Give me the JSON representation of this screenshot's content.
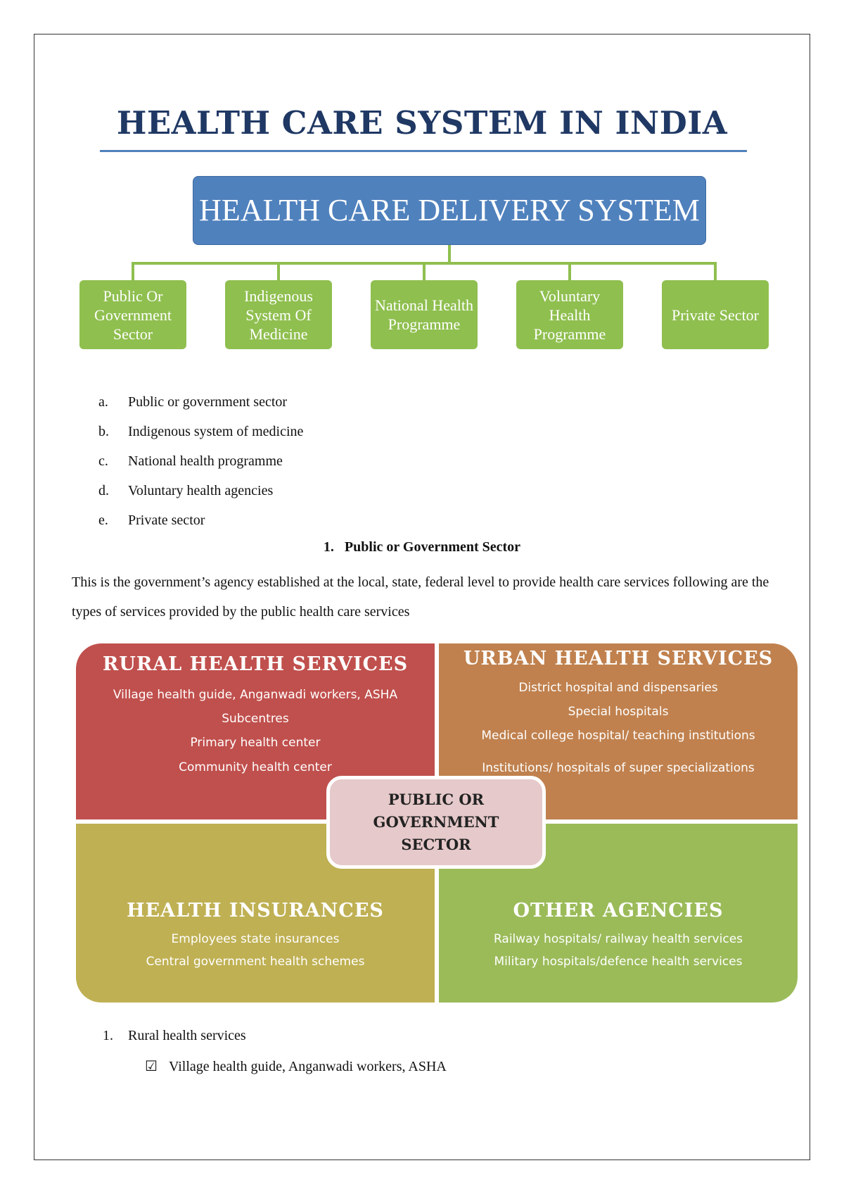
{
  "title": "HEALTH CARE SYSTEM IN INDIA",
  "diagram": {
    "root": "HEALTH CARE DELIVERY SYSTEM",
    "children": [
      "Public Or Government Sector",
      "Indigenous System Of Medicine",
      "National Health Programme",
      "Voluntary Health Programme",
      "Private Sector"
    ]
  },
  "list": [
    {
      "marker": "a.",
      "text": "Public or government sector"
    },
    {
      "marker": "b.",
      "text": "Indigenous system of medicine"
    },
    {
      "marker": "c.",
      "text": "National health programme"
    },
    {
      "marker": "d.",
      "text": "Voluntary health agencies"
    },
    {
      "marker": "e.",
      "text": "Private sector"
    }
  ],
  "section1": {
    "heading": "1.   Public or Government Sector",
    "paragraph": "This is the government’s agency established at the local, state, federal level to provide health care services following are the types of services provided by the public health care services"
  },
  "matrix": {
    "center": "PUBLIC OR GOVERNMENT SECTOR",
    "rural": {
      "title": "RURAL HEALTH SERVICES",
      "items": [
        "Village health guide, Anganwadi workers, ASHA",
        "Subcentres",
        "Primary health center",
        "Community health center"
      ]
    },
    "urban": {
      "title": "URBAN HEALTH SERVICES",
      "items": [
        "District hospital and dispensaries",
        "Special hospitals",
        "Medical college hospital/ teaching institutions",
        "Institutions/ hospitals of super specializations"
      ]
    },
    "insurance": {
      "title": "HEALTH INSURANCES",
      "items": [
        "Employees state insurances",
        "Central government health schemes"
      ]
    },
    "other": {
      "title": "OTHER AGENCIES",
      "items": [
        "Railway hospitals/ railway health services",
        "Military hospitals/defence health services"
      ]
    }
  },
  "numbered": {
    "marker": "1.",
    "text": "Rural health services"
  },
  "checklist": {
    "marker": "☑",
    "text": "Village health guide, Anganwadi workers, ASHA"
  },
  "colors": {
    "title": "#1F3864",
    "root": "#4F81BD",
    "child": "#8FBF4F",
    "rural": "#C0504D",
    "urban": "#C0814E",
    "insurance": "#BFB053",
    "other": "#9BBB59",
    "center": "#E6C9CA"
  }
}
